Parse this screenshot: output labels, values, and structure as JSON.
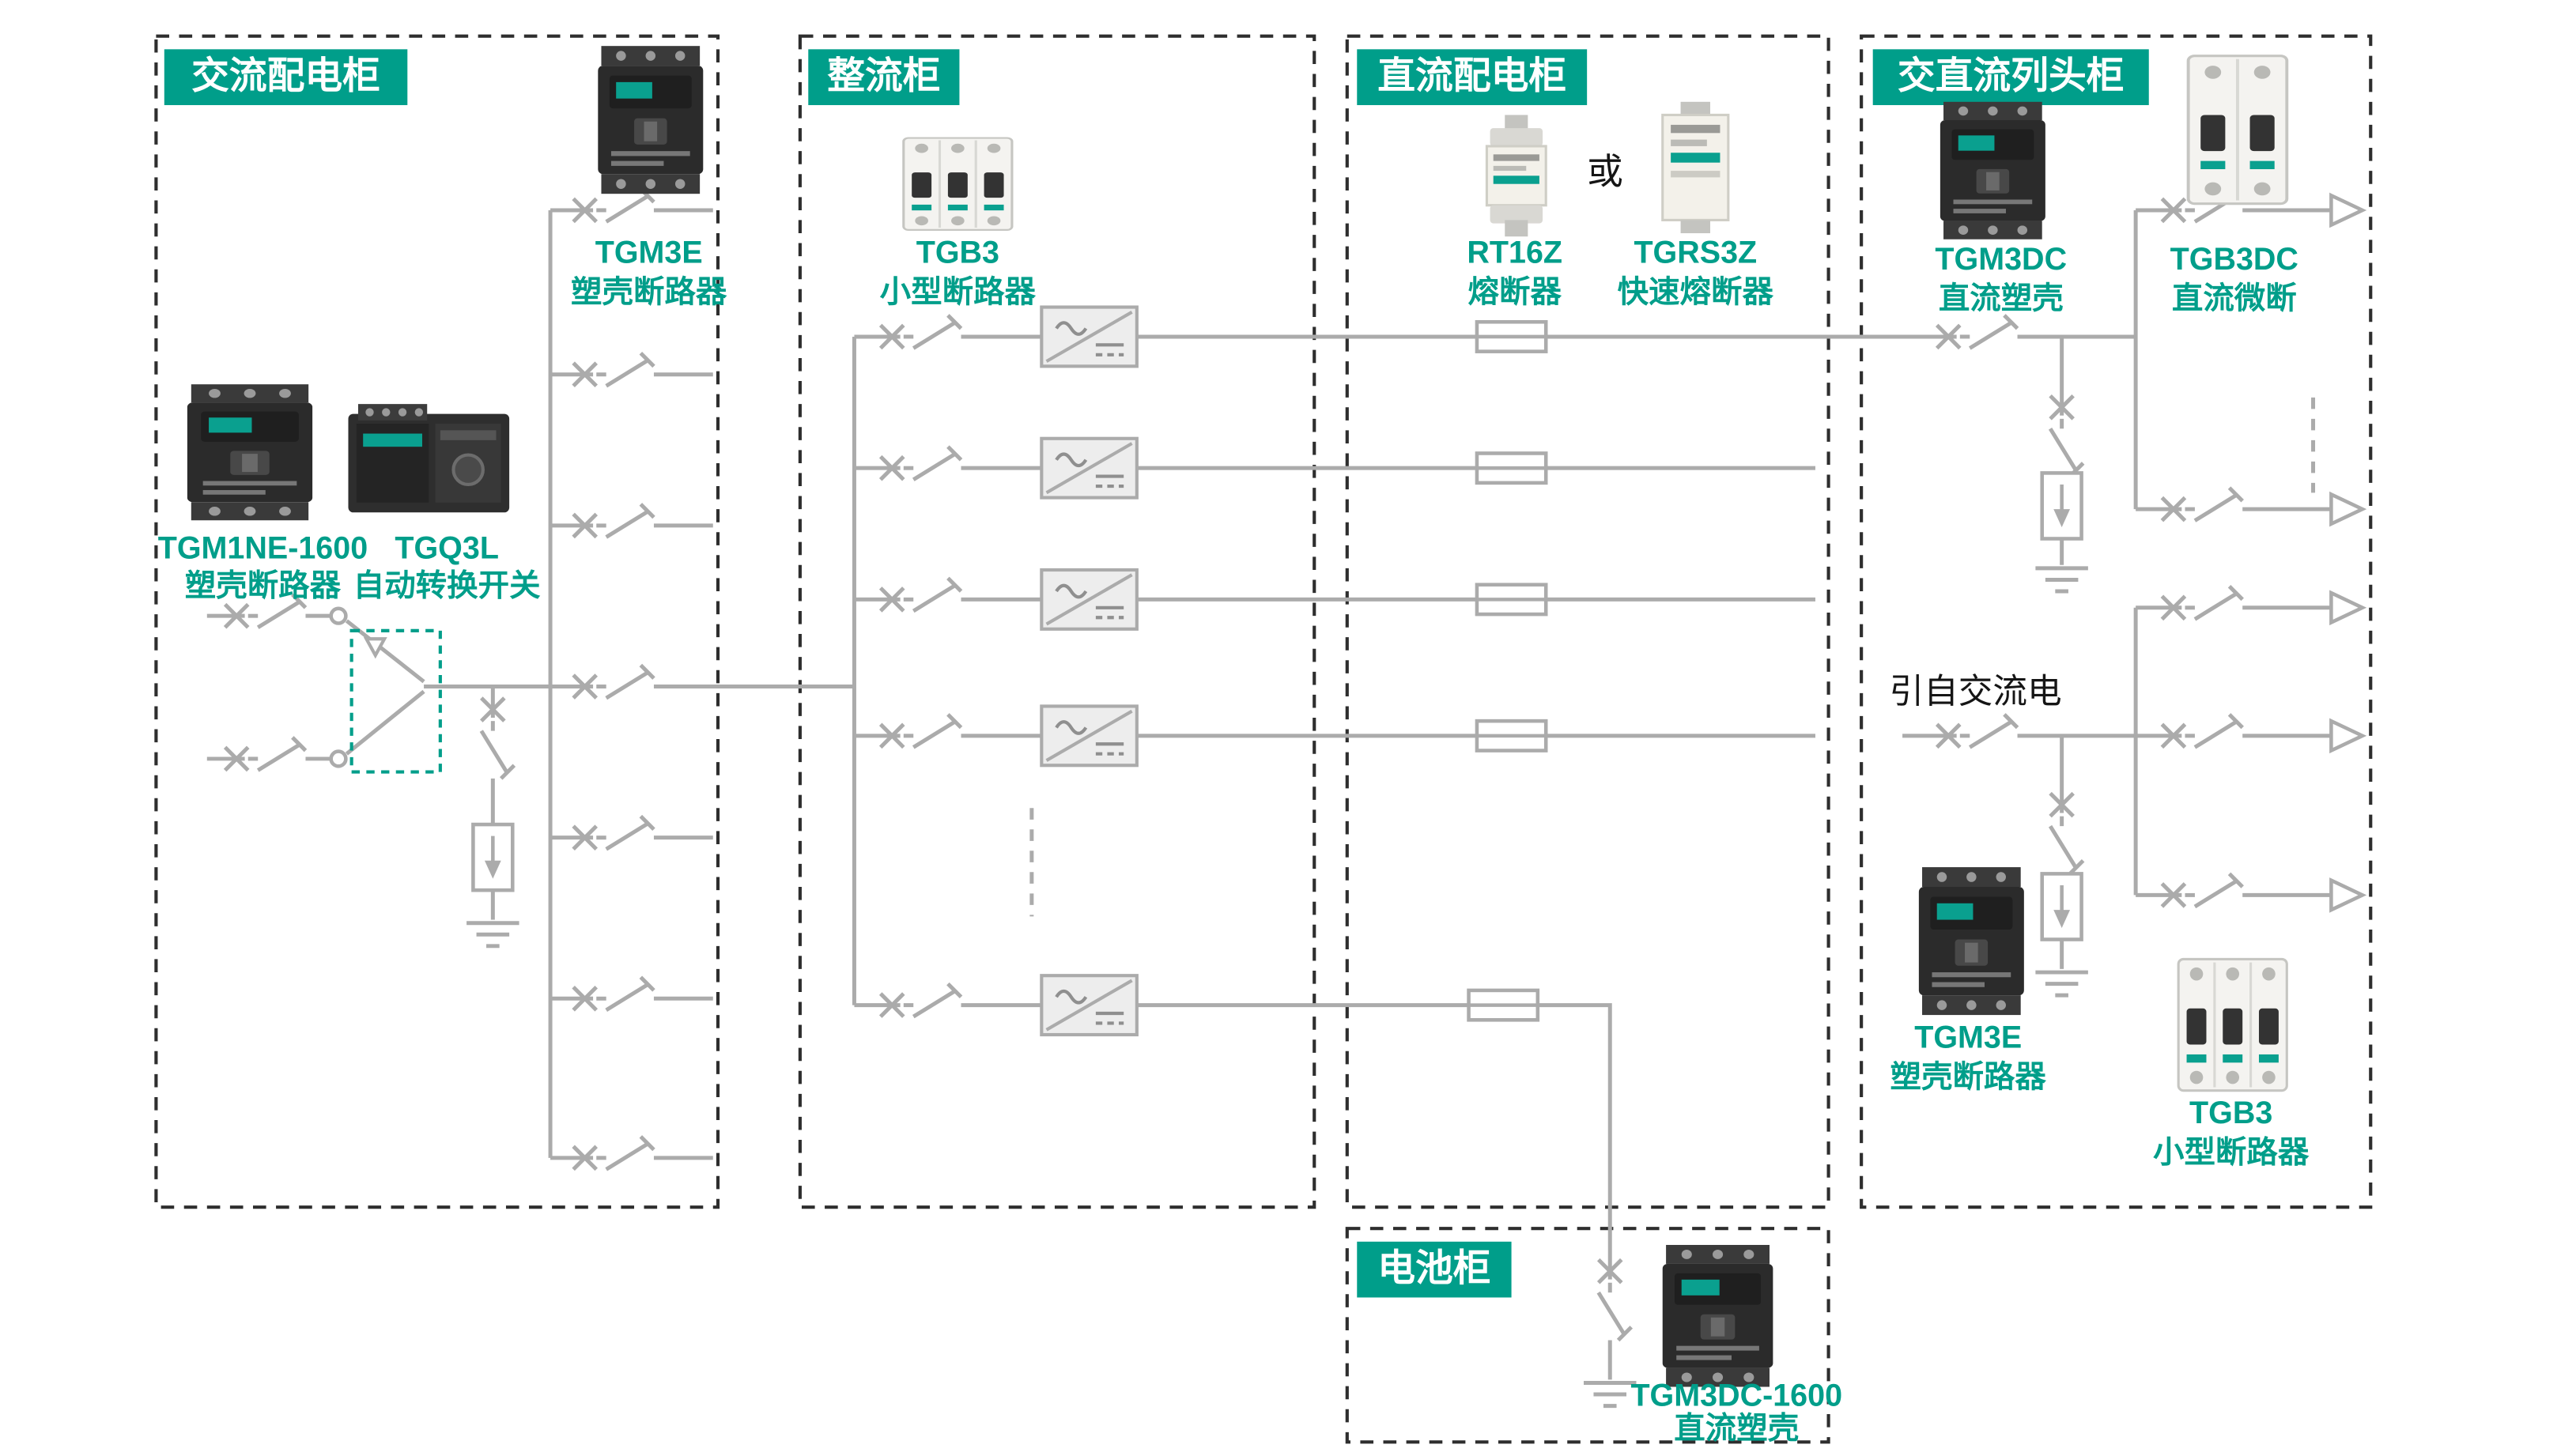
{
  "colors": {
    "accent_teal": "#009E8A",
    "wire_gray": "#ABABAB",
    "border_dark": "#2E2E2E",
    "background": "#FFFFFF"
  },
  "cabinets": {
    "ac": {
      "title": "交流配电柜"
    },
    "rectifier": {
      "title": "整流柜"
    },
    "dc": {
      "title": "直流配电柜"
    },
    "rowhead": {
      "title": "交直流列头柜"
    },
    "battery": {
      "title": "电池柜"
    }
  },
  "products": {
    "tgm3e_ac": {
      "model": "TGM3E",
      "name": "塑壳断路器"
    },
    "tgm1ne_1600": {
      "model": "TGM1NE-1600",
      "name": "塑壳断路器"
    },
    "tgq3l": {
      "model": "TGQ3L",
      "name": "自动转换开关"
    },
    "tgb3_rectifier": {
      "model": "TGB3",
      "name": "小型断路器"
    },
    "rt16z": {
      "model": "RT16Z",
      "name": "熔断器"
    },
    "tgrs3z": {
      "model": "TGRS3Z",
      "name": "快速熔断器"
    },
    "tgm3dc": {
      "model": "TGM3DC",
      "name": "直流塑壳"
    },
    "tgb3dc": {
      "model": "TGB3DC",
      "name": "直流微断"
    },
    "tgm3e_rowhead": {
      "model": "TGM3E",
      "name": "塑壳断路器"
    },
    "tgb3_rowhead": {
      "model": "TGB3",
      "name": "小型断路器"
    },
    "tgm3dc_1600": {
      "model": "TGM3DC-1600",
      "name": "直流塑壳"
    }
  },
  "annotations": {
    "or": "或",
    "from_ac": "引自交流电"
  }
}
